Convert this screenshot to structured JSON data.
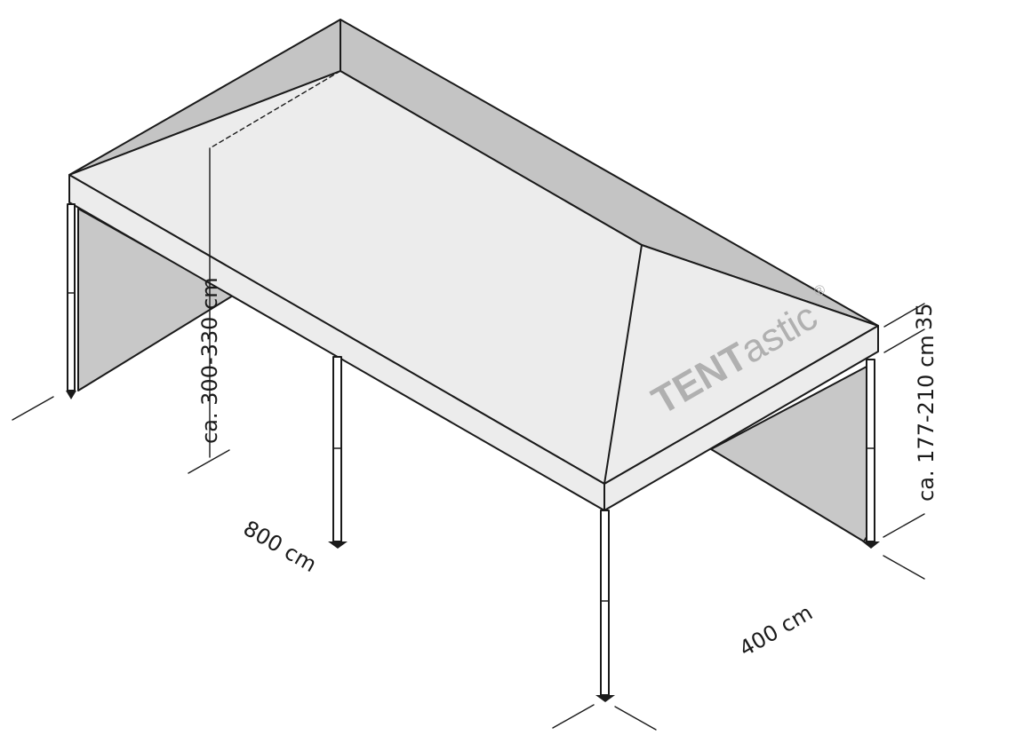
{
  "dimensions": {
    "length": "800 cm",
    "width": "400 cm",
    "total_height": "ca. 300-330 cm",
    "side_height": "ca. 177-210 cm",
    "valance": "35"
  },
  "logo": {
    "text_bold": "TENT",
    "text_light": "astic",
    "mark": "®"
  },
  "colors": {
    "roof": "#ececec",
    "roof_shadow": "#c4c4c4",
    "wall": "#c8c8c8",
    "logo": "#b0b0b0"
  }
}
